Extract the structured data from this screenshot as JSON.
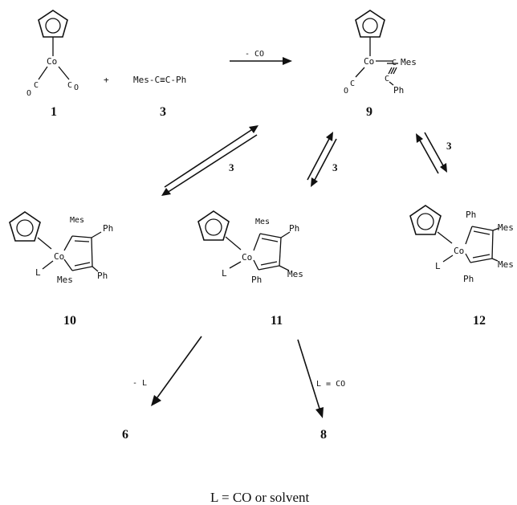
{
  "compounds": {
    "c1": {
      "number": "1",
      "metal": "Co",
      "co_left": "C",
      "o_left": "O",
      "co_right": "C",
      "o_right": "O"
    },
    "c3": {
      "number": "3",
      "formula": "Mes-C≡C-Ph"
    },
    "c9": {
      "number": "9",
      "metal": "Co",
      "alkyne_c1": "C",
      "mes": "Mes",
      "alkyne_c2": "C",
      "ph": "Ph",
      "co_c": "C",
      "co_o": "O"
    },
    "c10": {
      "number": "10",
      "metal": "Co",
      "ligand": "L",
      "mes_top": "Mes",
      "ph_top": "Ph",
      "mes_bottom": "Mes",
      "ph_bottom": "Ph"
    },
    "c11": {
      "number": "11",
      "metal": "Co",
      "ligand": "L",
      "mes_top": "Mes",
      "ph_top": "Ph",
      "ph_bottom": "Ph",
      "mes_bottom": "Mes"
    },
    "c12": {
      "number": "12",
      "metal": "Co",
      "ligand": "L",
      "ph_top": "Ph",
      "mes_top": "Mes",
      "mes_bottom": "Mes",
      "ph_bottom": "Ph"
    },
    "c6": {
      "number": "6"
    },
    "c8": {
      "number": "8"
    }
  },
  "symbols": {
    "plus": "+"
  },
  "conditions": {
    "arrow_1_to_9": "- CO",
    "eq_9_10": "3",
    "eq_9_11": "3",
    "eq_9_12": "3",
    "arrow_to_6": "- L",
    "arrow_to_8": "L = CO"
  },
  "footnote": "L = CO or solvent"
}
